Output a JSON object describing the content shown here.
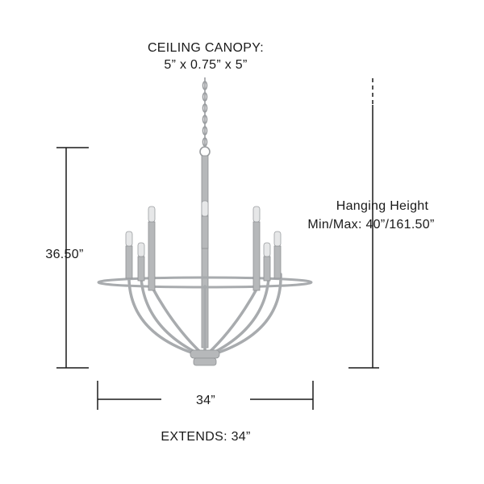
{
  "canopy": {
    "title": "CEILING CANOPY:",
    "dimensions": "5” x 0.75” x 5”"
  },
  "height": {
    "label": "36.50”"
  },
  "hanging": {
    "line1": "Hanging Height",
    "line2": "Min/Max: 40”/161.50”"
  },
  "width": {
    "label": "34”"
  },
  "extends": {
    "label": "EXTENDS: 34”"
  },
  "colors": {
    "metal": "#b6b8ba",
    "metal_dark": "#8e9194",
    "line": "#1a1a1a"
  }
}
